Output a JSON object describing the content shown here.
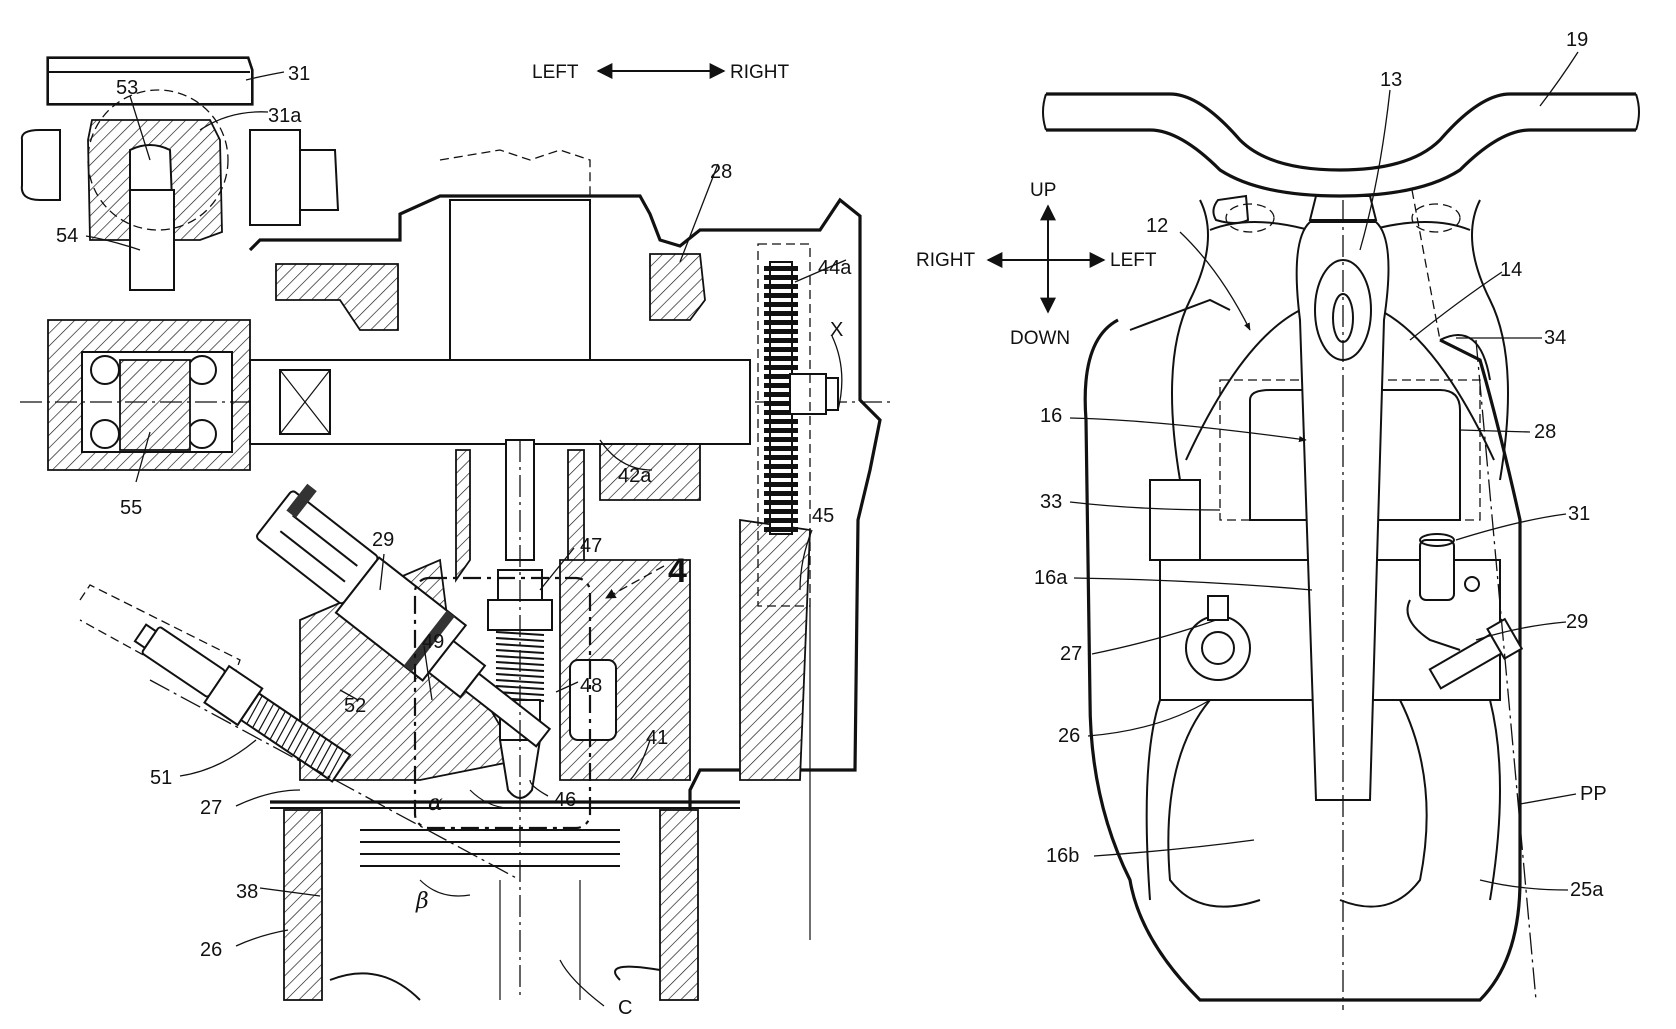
{
  "left_figure": {
    "direction": {
      "left": "LEFT",
      "right": "RIGHT"
    },
    "section_marker": "4",
    "greek": {
      "alpha": "α",
      "beta": "β"
    },
    "labels": {
      "l31": "31",
      "l31a": "31a",
      "l53": "53",
      "l54": "54",
      "l55": "55",
      "l28": "28",
      "l44a": "44a",
      "lX": "X",
      "l42a": "42a",
      "l45": "45",
      "l29": "29",
      "l47": "47",
      "l49": "49",
      "l48": "48",
      "l52": "52",
      "l41": "41",
      "l51": "51",
      "l27": "27",
      "l46": "46",
      "l38": "38",
      "l26": "26",
      "lC": "C"
    }
  },
  "right_figure": {
    "direction": {
      "up": "UP",
      "down": "DOWN",
      "right": "RIGHT",
      "left": "LEFT"
    },
    "labels": {
      "l19": "19",
      "l13": "13",
      "l12": "12",
      "l14": "14",
      "l34": "34",
      "l16": "16",
      "l28": "28",
      "l33": "33",
      "l31": "31",
      "l16a": "16a",
      "l27": "27",
      "l29": "29",
      "l26": "26",
      "lPP": "PP",
      "l16b": "16b",
      "l25a": "25a"
    }
  },
  "icons": {
    "arrow_style": "filled-triangle"
  }
}
